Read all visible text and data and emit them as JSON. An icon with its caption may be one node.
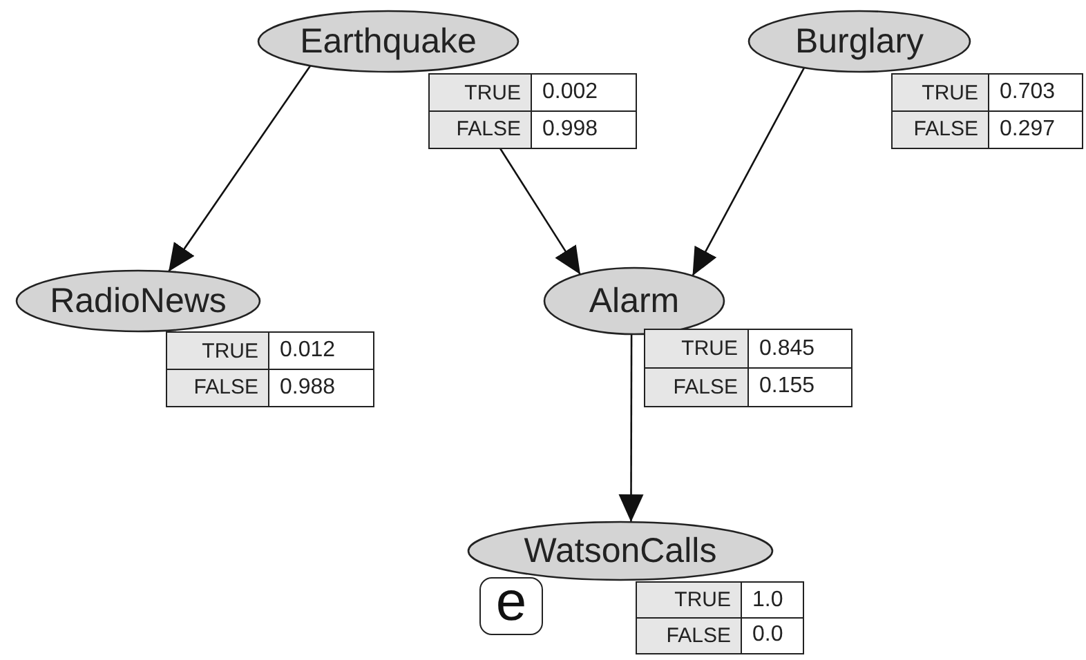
{
  "diagram": {
    "nodes": [
      {
        "text": [
          "Earthquake"
        ],
        "beside": [
          "TRUE",
          "0.002",
          "FALSE",
          "0.998"
        ]
      },
      {
        "text": [
          "Burglary"
        ],
        "beside": [
          "TRUE",
          "0.703",
          "FALSE",
          "0.297"
        ]
      },
      {
        "text": [
          "RadioNews"
        ],
        "beside": [
          "TRUE",
          "0.012",
          "FALSE",
          "0.988"
        ]
      },
      {
        "text": [
          "Alarm"
        ],
        "beside": [
          "TRUE",
          "0.845",
          "FALSE",
          "0.155"
        ]
      },
      {
        "text": [
          "WatsonCalls"
        ],
        "beside": [
          "TRUE",
          "1.0",
          "FALSE",
          "0.0"
        ]
      },
      {
        "text": [
          "e"
        ]
      }
    ],
    "edges": [
      {
        "from": 0,
        "to": 2,
        "arrow": "to"
      },
      {
        "from": 0,
        "to": 3,
        "arrow": "to"
      },
      {
        "from": 1,
        "to": 3,
        "arrow": "to"
      },
      {
        "from": 3,
        "to": 4,
        "arrow": "to"
      }
    ]
  }
}
